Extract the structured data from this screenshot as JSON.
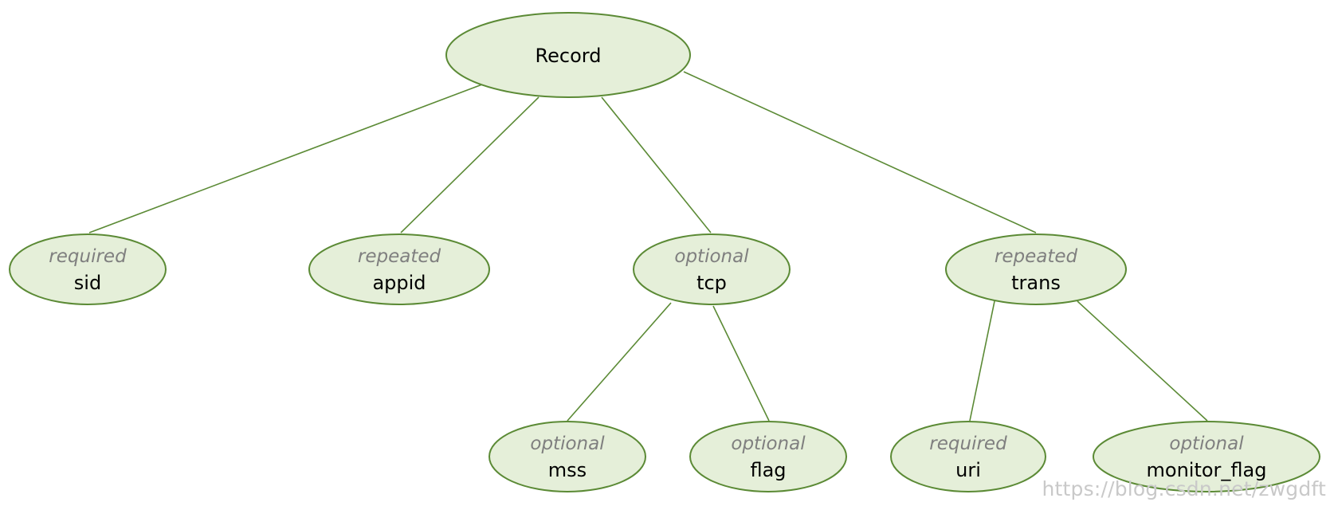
{
  "root": {
    "name": "Record"
  },
  "nodes": {
    "sid": {
      "modifier": "required",
      "name": "sid"
    },
    "appid": {
      "modifier": "repeated",
      "name": "appid"
    },
    "tcp": {
      "modifier": "optional",
      "name": "tcp"
    },
    "trans": {
      "modifier": "repeated",
      "name": "trans"
    },
    "mss": {
      "modifier": "optional",
      "name": "mss"
    },
    "flag": {
      "modifier": "optional",
      "name": "flag"
    },
    "uri": {
      "modifier": "required",
      "name": "uri"
    },
    "monitor_flag": {
      "modifier": "optional",
      "name": "monitor_flag"
    }
  },
  "watermark": "https://blog.csdn.net/zwgdft",
  "colors": {
    "node_fill": "#e5efd9",
    "node_stroke": "#5b8a35",
    "modifier_text": "#7f7f7f",
    "name_text": "#000000"
  }
}
